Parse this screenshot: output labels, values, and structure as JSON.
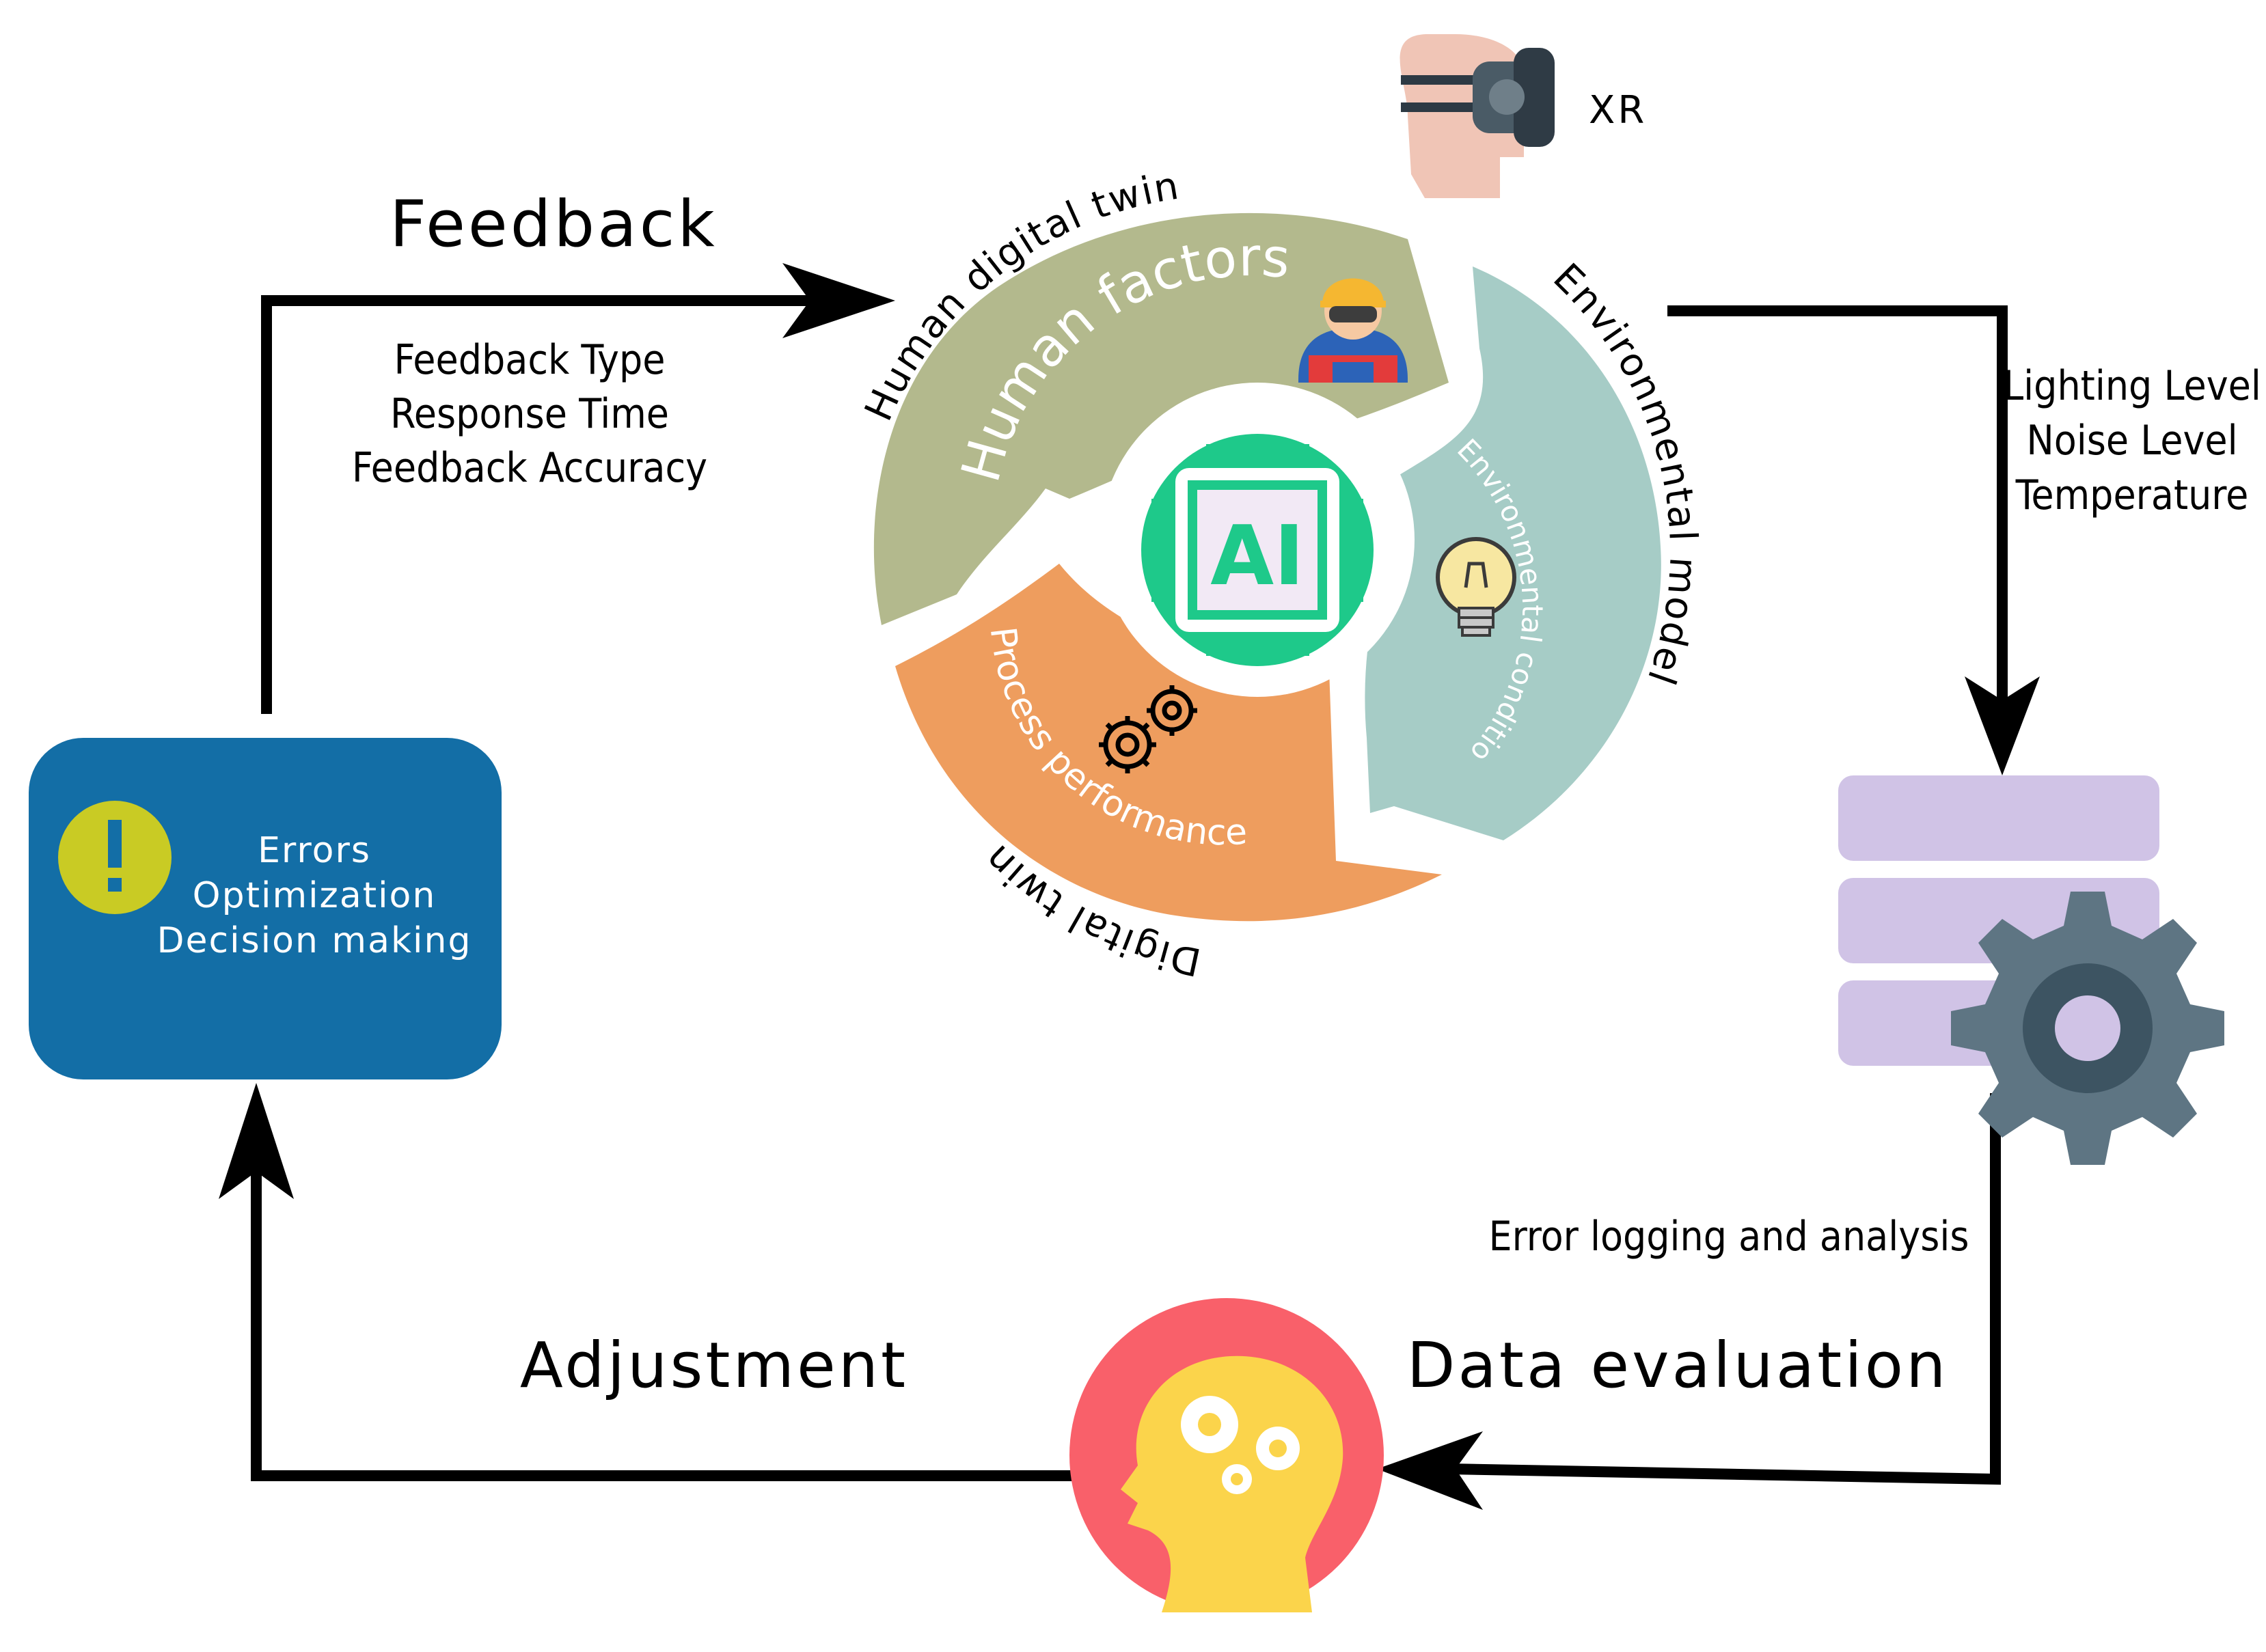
{
  "feedback": {
    "title": "Feedback",
    "lines": [
      "Feedback Type",
      "Response Time",
      "Feedback Accuracy"
    ]
  },
  "xr": {
    "label": "XR",
    "icon": "vr-headset-icon"
  },
  "cycle": {
    "human_twin_label": "Human digital twin",
    "env_model_label": "Environmental model",
    "digital_twin_label": "Digital twin",
    "human_factors": "Human factors",
    "env_conditions": "Environmental conditions",
    "process_performance": "Process performance",
    "ai_label": "AI",
    "colors": {
      "human": "#b3b98d",
      "env": "#a6ccc6",
      "process": "#ee9d5e",
      "ai": "#1ec98a"
    }
  },
  "environment_data": {
    "lines": [
      "Lighting Level",
      "Noise Level",
      "Temperature"
    ]
  },
  "database": {
    "icon": "database-gear-icon",
    "colors": {
      "stack": "#d0c3e6",
      "gear": "#5e7583"
    }
  },
  "error_logging": "Error logging and analysis",
  "data_evaluation": "Data evaluation",
  "brain": {
    "icon": "brain-gears-icon",
    "colors": {
      "circle": "#f9606a",
      "head": "#fbd44b"
    }
  },
  "adjustment": "Adjustment",
  "decision_box": {
    "lines": [
      "Errors",
      "Optimization",
      "Decision making"
    ],
    "icon": "alert-icon",
    "colors": {
      "box": "#136ea6",
      "alert": "#c9cb24"
    }
  }
}
